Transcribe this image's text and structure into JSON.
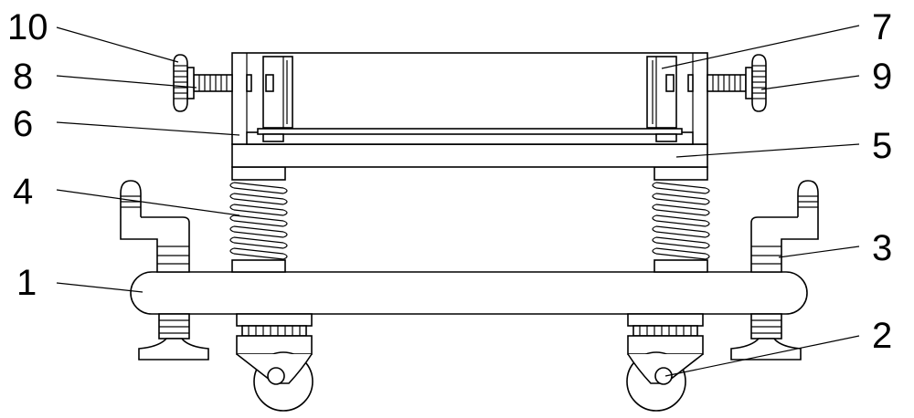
{
  "labels": {
    "l10": "10",
    "l8": "8",
    "l6": "6",
    "l4": "4",
    "l1": "1",
    "l7": "7",
    "l9": "9",
    "l5": "5",
    "l3": "3",
    "l2": "2"
  },
  "colors": {
    "line": "#000000",
    "background": "#ffffff"
  }
}
